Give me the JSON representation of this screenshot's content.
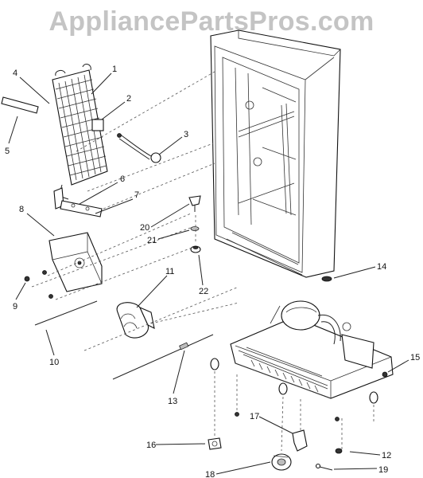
{
  "watermark": "AppliancePartsPros.com",
  "callouts": [
    {
      "id": "1",
      "label": "1"
    },
    {
      "id": "2",
      "label": "2"
    },
    {
      "id": "3",
      "label": "3"
    },
    {
      "id": "4",
      "label": "4"
    },
    {
      "id": "5",
      "label": "5"
    },
    {
      "id": "6",
      "label": "6"
    },
    {
      "id": "7",
      "label": "7"
    },
    {
      "id": "8",
      "label": "8"
    },
    {
      "id": "9",
      "label": "9"
    },
    {
      "id": "10",
      "label": "10"
    },
    {
      "id": "11",
      "label": "11"
    },
    {
      "id": "12",
      "label": "12"
    },
    {
      "id": "13",
      "label": "13"
    },
    {
      "id": "14",
      "label": "14"
    },
    {
      "id": "15",
      "label": "15"
    },
    {
      "id": "16",
      "label": "16"
    },
    {
      "id": "17",
      "label": "17"
    },
    {
      "id": "18",
      "label": "18"
    },
    {
      "id": "19",
      "label": "19"
    },
    {
      "id": "20",
      "label": "20"
    },
    {
      "id": "21",
      "label": "21"
    },
    {
      "id": "22",
      "label": "22"
    }
  ]
}
